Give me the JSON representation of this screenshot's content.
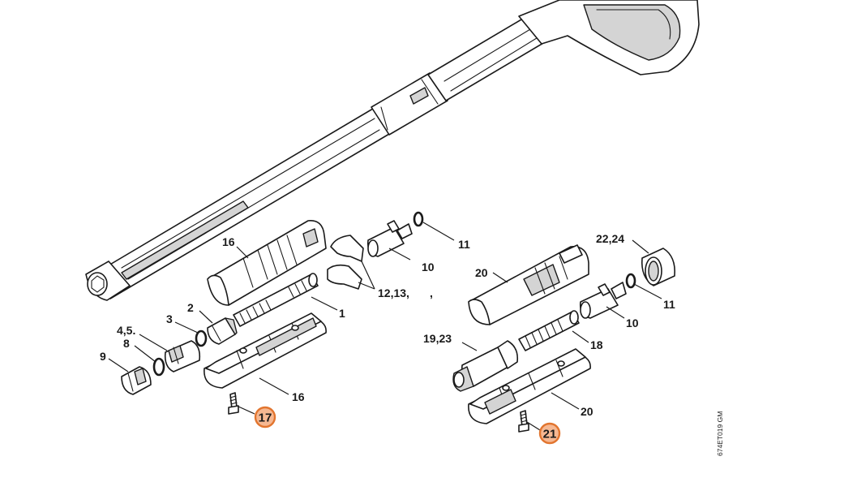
{
  "diagram": {
    "drawing_code": "674ET019 GM",
    "labels": {
      "p16_top": "16",
      "p10_left": "10",
      "p11_left": "11",
      "p12_13": "12,13,",
      "p12_13_extra": ",",
      "p2": "2",
      "p1": "1",
      "p3": "3",
      "p4_5": "4,5.",
      "p8": "8",
      "p9": "9",
      "p16_bottom": "16",
      "p20_top": "20",
      "p22_24": "22,24",
      "p11_right": "11",
      "p10_right": "10",
      "p19_23": "19,23",
      "p18": "18",
      "p20_bottom": "20"
    },
    "highlighted": {
      "p17": "17",
      "p21": "21"
    },
    "colors": {
      "highlight_fill": "#f6b892",
      "highlight_stroke": "#e2752f",
      "line": "#1a1a1a"
    }
  }
}
